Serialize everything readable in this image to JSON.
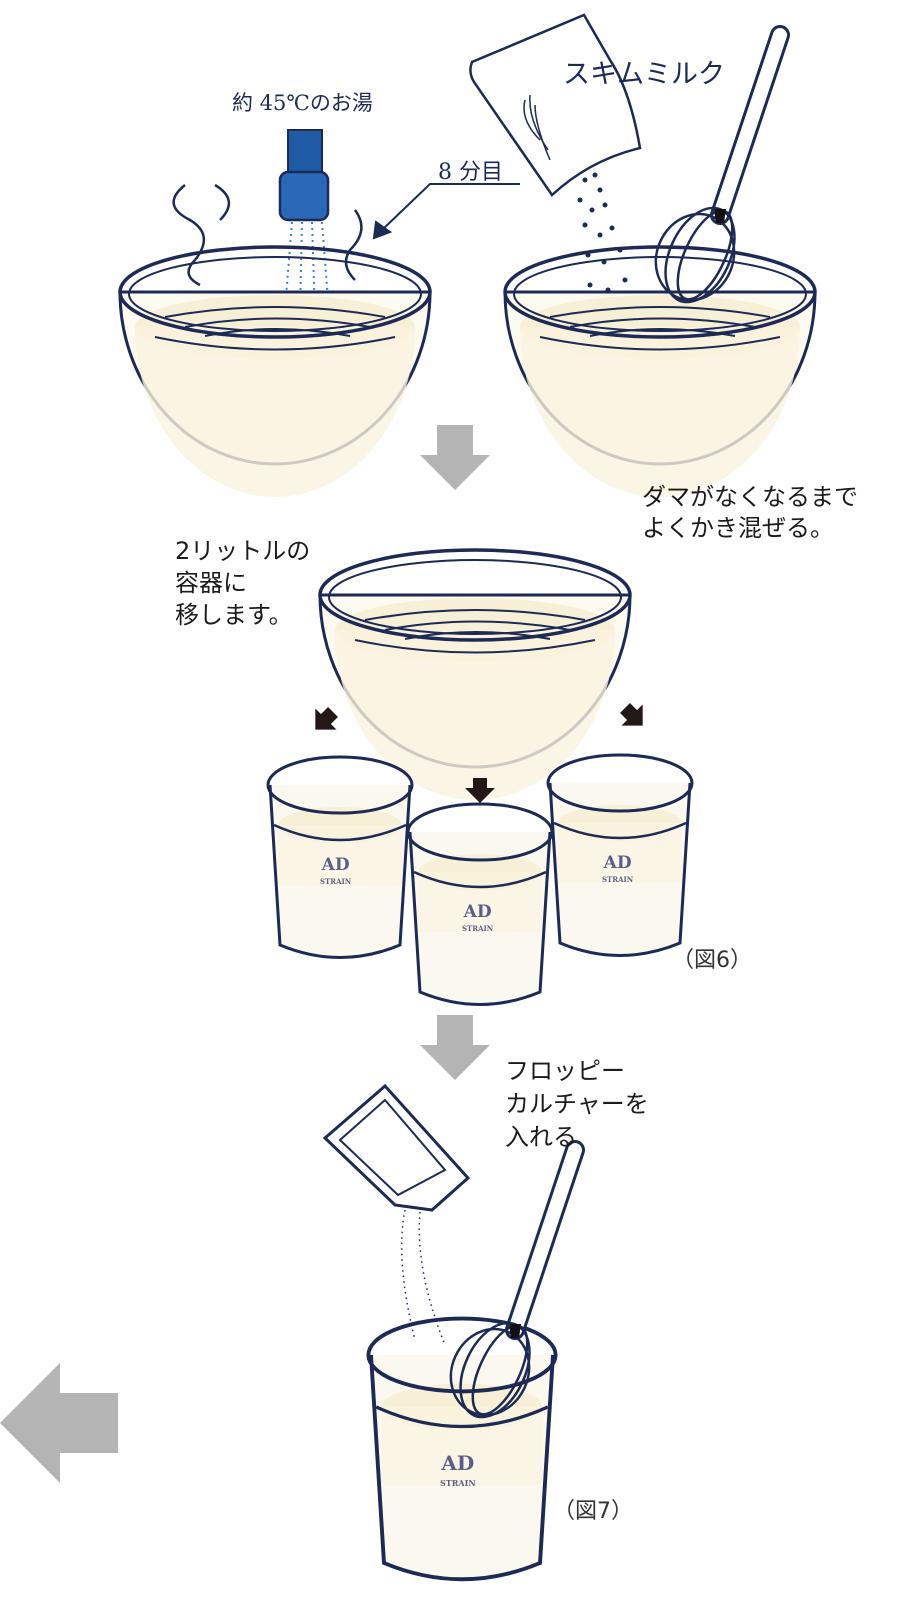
{
  "step1": {
    "water_label": "約 45℃のお湯",
    "fill_level_label": "8 分目",
    "skim_milk_label": "スキムミルク",
    "mix_instruction": "ダマがなくなるまで\nよくかき混ぜる。"
  },
  "step2": {
    "transfer_instruction": "2リットルの\n容器に\n移します。",
    "cup_brand_line1": "AD",
    "cup_brand_line2": "STRAIN",
    "figure_label": "（図6）"
  },
  "step3": {
    "culture_instruction": "フロッピー\nカルチャーを\n入れる",
    "figure_label": "（図7）"
  },
  "colors": {
    "navy": "#1c2a55",
    "milk": "#f7efd6",
    "arrow_gray": "#b4b4b4",
    "faucet_blue": "#1f5aa6"
  }
}
